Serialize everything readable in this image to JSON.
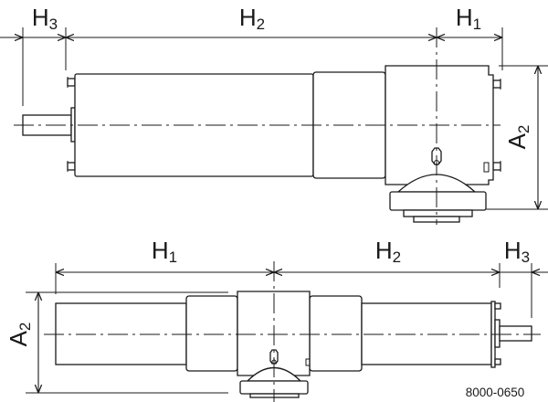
{
  "top_view": {
    "h3": {
      "main": "H",
      "sub": "3"
    },
    "h2": {
      "main": "H",
      "sub": "2"
    },
    "h1": {
      "main": "H",
      "sub": "1"
    },
    "a2": {
      "main": "A",
      "sub": "2"
    }
  },
  "bottom_view": {
    "h1": {
      "main": "H",
      "sub": "1"
    },
    "h2": {
      "main": "H",
      "sub": "2"
    },
    "h3": {
      "main": "H",
      "sub": "3"
    },
    "a2": {
      "main": "A",
      "sub": "2"
    }
  },
  "drawing_number": "8000-0650",
  "colors": {
    "line": "#1a1a1a",
    "background": "#ffffff"
  }
}
